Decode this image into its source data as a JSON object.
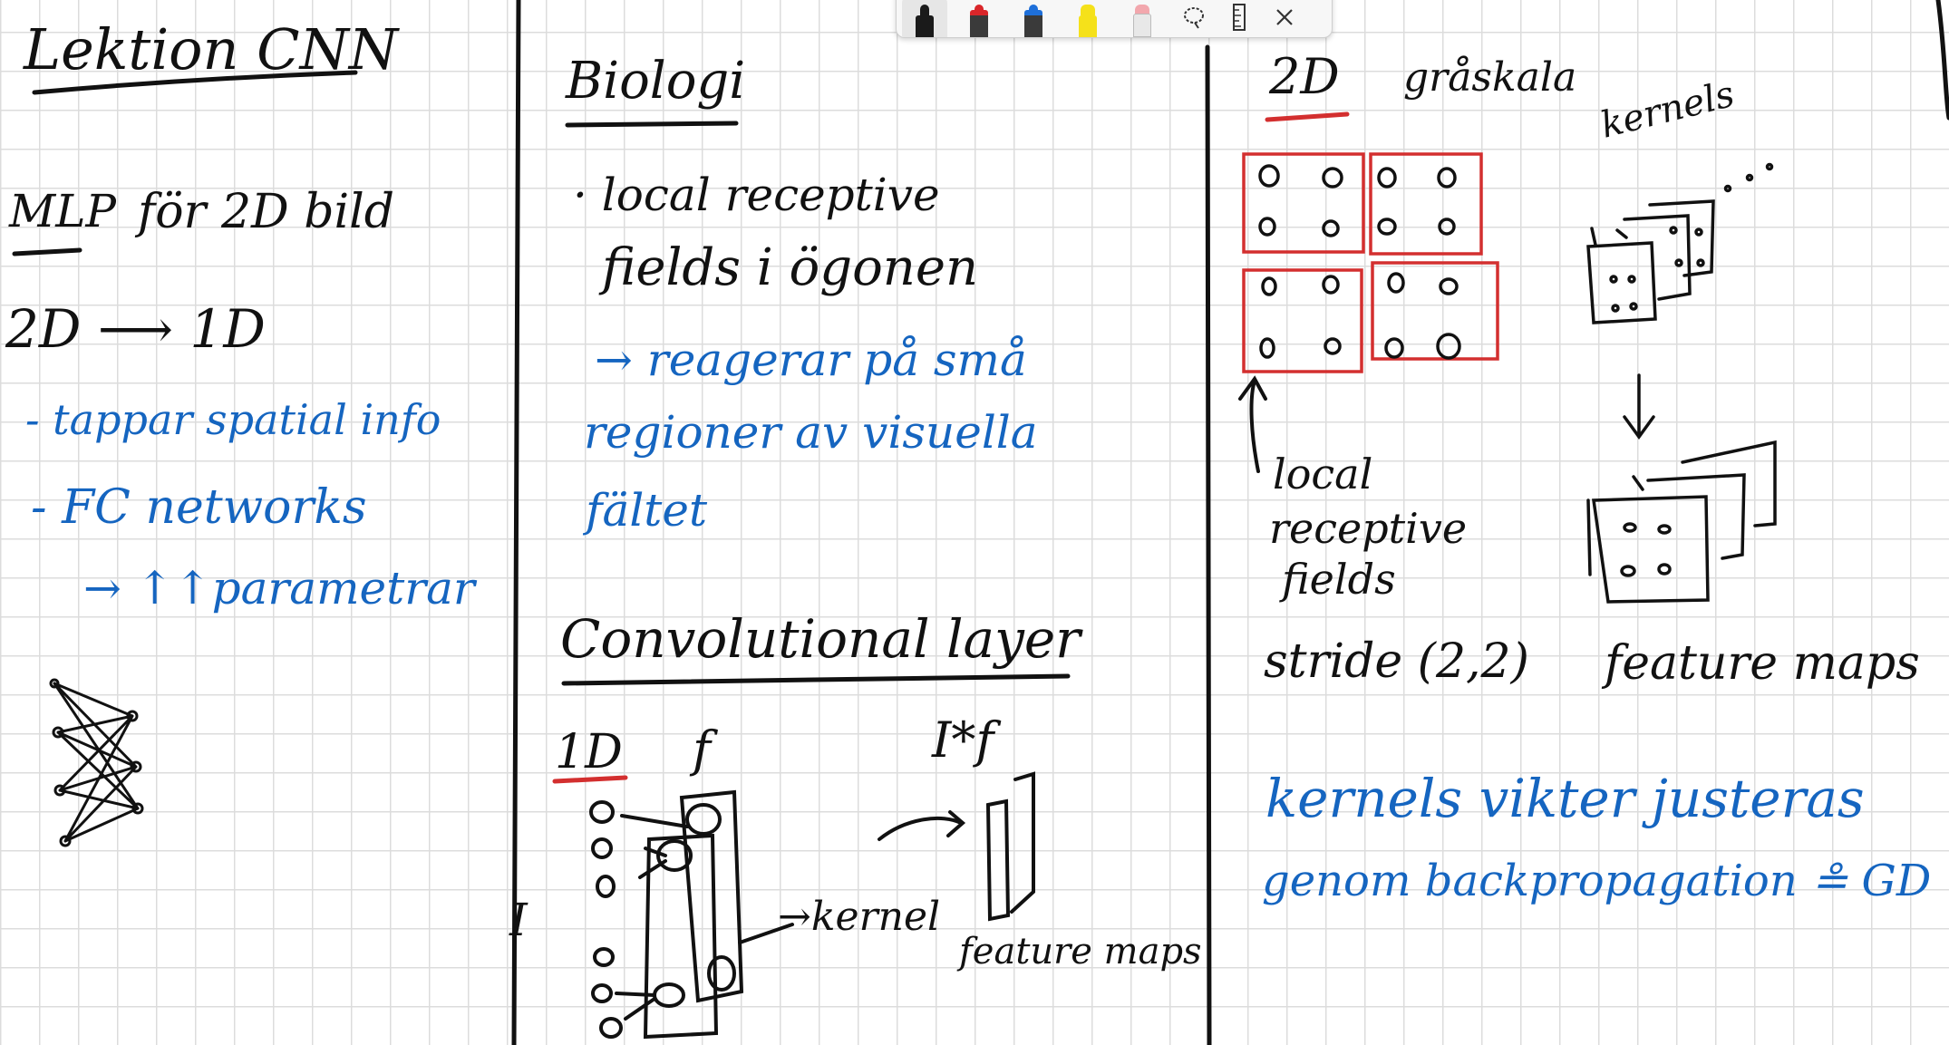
{
  "toolbar": {
    "tools": [
      {
        "name": "black-pen",
        "color": "#1a1a1a",
        "selected": true
      },
      {
        "name": "red-pen",
        "color": "#d9262a"
      },
      {
        "name": "blue-pen",
        "color": "#1e6fd9"
      },
      {
        "name": "highlighter",
        "color": "#f5e11a"
      },
      {
        "name": "eraser",
        "color": "#f2a7ad"
      }
    ],
    "icons": [
      "lasso-icon",
      "ruler-icon",
      "close-icon"
    ]
  },
  "ink_colors": {
    "black": "#111111",
    "blue": "#1565c0",
    "red": "#d32f2f"
  },
  "col1": {
    "title": "Lektion CNN",
    "mlp": "MLP",
    "mlp_rest": "för 2D bild",
    "dim": "2D ⟶ 1D",
    "bullet1": "- tappar spatial info",
    "bullet2": "- FC networks",
    "bullet3": "→ ↑↑parametrar"
  },
  "col2": {
    "title": "Biologi",
    "line1": "· local receptive",
    "line2": "fields i ögonen",
    "blue1": "→ reagerar på små",
    "blue2": "regioner av visuella",
    "blue3": "fältet",
    "conv_title": "Convolutional layer",
    "oned": "1D",
    "f": "f",
    "i_label": "I",
    "i_conv_f": "I*f",
    "kernel": "→kernel",
    "feature_maps": "feature maps"
  },
  "col3": {
    "twod": "2D",
    "grayscale": "gråskala",
    "kernels": "kernels",
    "local": "local",
    "receptive": "receptive",
    "fields": "fields",
    "stride": "stride (2,2)",
    "feature_maps": "feature maps",
    "blue1": "kernels vikter justeras",
    "blue2": "genom backpropagation ≗ GD"
  }
}
